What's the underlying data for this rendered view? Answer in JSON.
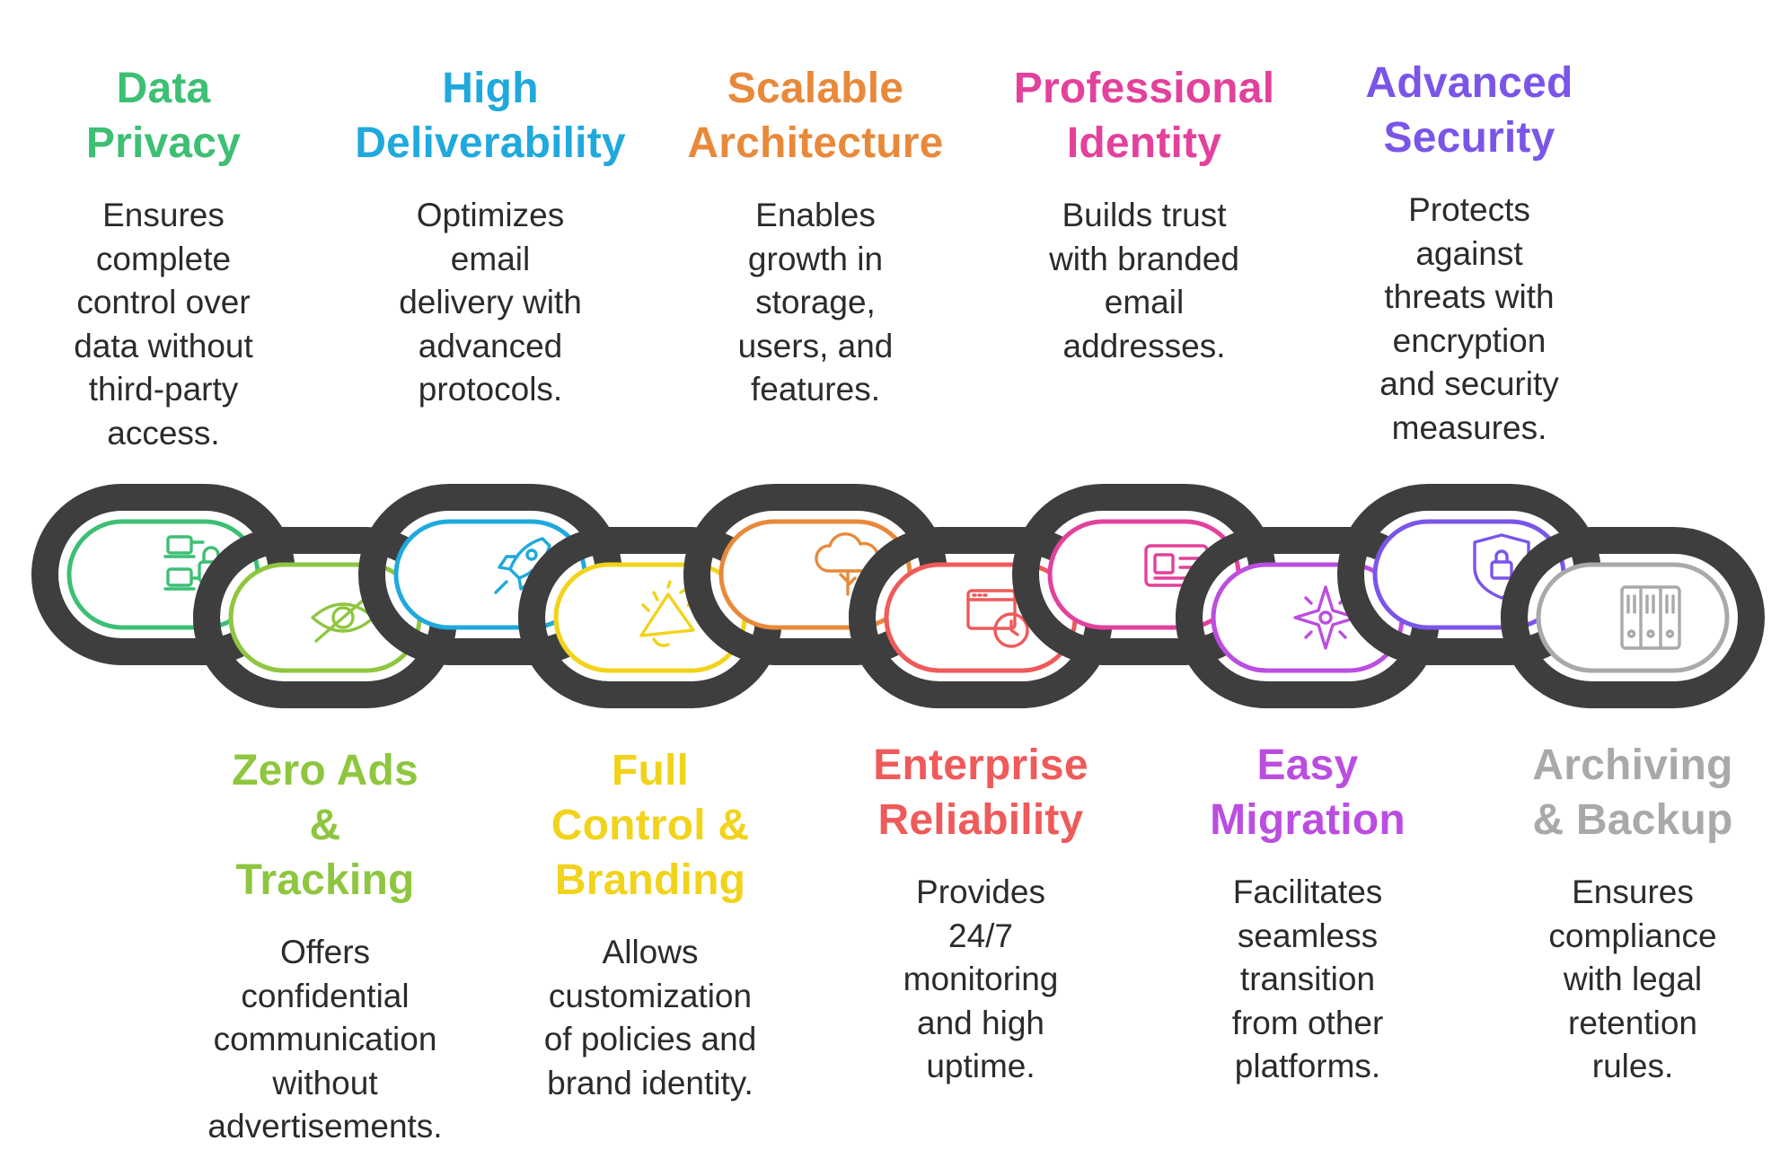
{
  "items": [
    {
      "id": "data-privacy",
      "title": [
        "Data",
        "Privacy"
      ],
      "desc": [
        "Ensures",
        "complete",
        "control over",
        "data without",
        "third-party",
        "access."
      ],
      "color": "#3dbf74",
      "icon": "devices-lock-icon"
    },
    {
      "id": "zero-ads",
      "title": [
        "Zero Ads",
        "&",
        "Tracking"
      ],
      "desc": [
        "Offers",
        "confidential",
        "communication",
        "without",
        "advertisements."
      ],
      "color": "#8ec63f",
      "icon": "eye-off-icon"
    },
    {
      "id": "high-deliverability",
      "title": [
        "High",
        "Deliverability"
      ],
      "desc": [
        "Optimizes",
        "email",
        "delivery with",
        "advanced",
        "protocols."
      ],
      "color": "#1fa9dd",
      "icon": "rocket-icon"
    },
    {
      "id": "full-control",
      "title": [
        "Full",
        "Control &",
        "Branding"
      ],
      "desc": [
        "Allows",
        "customization",
        "of policies and",
        "brand identity."
      ],
      "color": "#f2d31b",
      "icon": "megaphone-icon"
    },
    {
      "id": "scalable-architecture",
      "title": [
        "Scalable",
        "Architecture"
      ],
      "desc": [
        "Enables",
        "growth in",
        "storage,",
        "users, and",
        "features."
      ],
      "color": "#e8893a",
      "icon": "cloud-tree-icon"
    },
    {
      "id": "enterprise-reliability",
      "title": [
        "Enterprise",
        "Reliability"
      ],
      "desc": [
        "Provides",
        "24/7",
        "monitoring",
        "and high",
        "uptime."
      ],
      "color": "#ef5a5a",
      "icon": "browser-clock-icon"
    },
    {
      "id": "professional-identity",
      "title": [
        "Professional",
        "Identity"
      ],
      "desc": [
        "Builds trust",
        "with branded",
        "email",
        "addresses."
      ],
      "color": "#e2419c",
      "icon": "id-card-icon"
    },
    {
      "id": "easy-migration",
      "title": [
        "Easy",
        "Migration"
      ],
      "desc": [
        "Facilitates",
        "seamless",
        "transition",
        "from other",
        "platforms."
      ],
      "color": "#bb4ee0",
      "icon": "compass-star-icon"
    },
    {
      "id": "advanced-security",
      "title": [
        "Advanced",
        "Security"
      ],
      "desc": [
        "Protects",
        "against",
        "threats with",
        "encryption",
        "and security",
        "measures."
      ],
      "color": "#7a55e8",
      "icon": "shield-lock-icon"
    },
    {
      "id": "archiving-backup",
      "title": [
        "Archiving",
        "& Backup"
      ],
      "desc": [
        "Ensures",
        "compliance",
        "with legal",
        "retention",
        "rules."
      ],
      "color": "#a9a9a9",
      "icon": "file-cabinet-icon"
    }
  ]
}
